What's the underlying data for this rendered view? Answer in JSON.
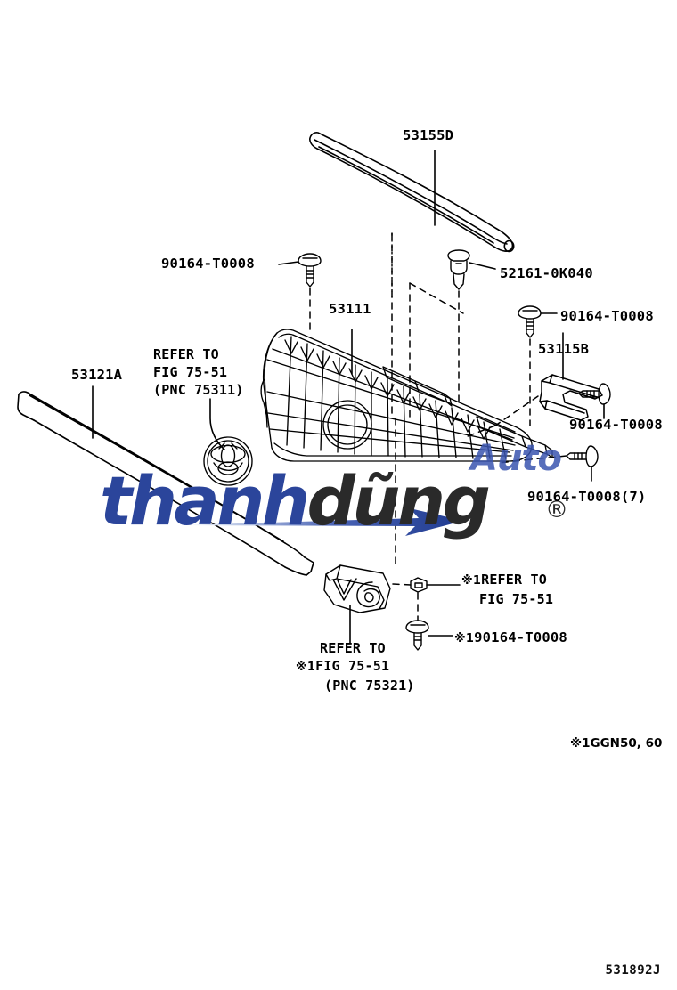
{
  "document": {
    "type": "automotive-parts-exploded-diagram",
    "diagram_id": "531892J",
    "footnote": "※1GGN50, 60",
    "background_color": "#ffffff",
    "line_color": "#000000"
  },
  "watermark": {
    "auto_text": "Auto",
    "brand_first": "thanh",
    "brand_second": "dũng",
    "registered_mark": "®",
    "blue": "#2b459b",
    "dark": "#2a2a2a"
  },
  "labels": {
    "top_molding": "53155D",
    "upper_screw_left": "90164-T0008",
    "upper_clip_right": "52161-0K040",
    "grille_main": "53111",
    "side_molding_left": "53121A",
    "screw_right_upper": "90164-T0008",
    "bracket_right": "53115B",
    "screw_right_mid": "90164-T0008",
    "screw_right_lower": "90164-T0008(7)",
    "emblem_refer_line1": "REFER TO",
    "emblem_refer_line2": "FIG 75-51",
    "emblem_refer_line3": "(PNC 75311)",
    "v6_refer_line1": "REFER TO",
    "v6_refer_line2": "FIG 75-51",
    "v6_refer_line3": "(PNC 75321)",
    "v6_refer_mark": "※1",
    "nut_refer_line1": "REFER TO",
    "nut_refer_line2": "FIG 75-51",
    "nut_refer_mark": "※1",
    "bottom_screw": "90164-T0008",
    "bottom_screw_mark": "※1"
  },
  "parts": [
    {
      "id": "53155D",
      "name": "radiator-grille-upper-moulding",
      "callout": "53155D"
    },
    {
      "id": "53111",
      "name": "radiator-grille-assembly",
      "callout": "53111"
    },
    {
      "id": "53121A",
      "name": "radiator-grille-side-moulding",
      "callout": "53121A"
    },
    {
      "id": "53115B",
      "name": "grille-mounting-bracket",
      "callout": "53115B"
    },
    {
      "id": "52161-0K040",
      "name": "grille-retainer-clip",
      "callout": "52161-0K040"
    },
    {
      "id": "90164-T0008",
      "name": "tapping-screw",
      "callout": "90164-T0008"
    },
    {
      "id": "90164-T0008(7)",
      "name": "tapping-screw-qty-7",
      "callout": "90164-T0008(7)"
    },
    {
      "id": "PNC 75311",
      "name": "radiator-grille-emblem",
      "callout": "REFER TO FIG 75-51 (PNC 75311)"
    },
    {
      "id": "PNC 75321",
      "name": "v6-name-plate-emblem",
      "callout": "REFER TO FIG 75-51 (PNC 75321)"
    }
  ]
}
